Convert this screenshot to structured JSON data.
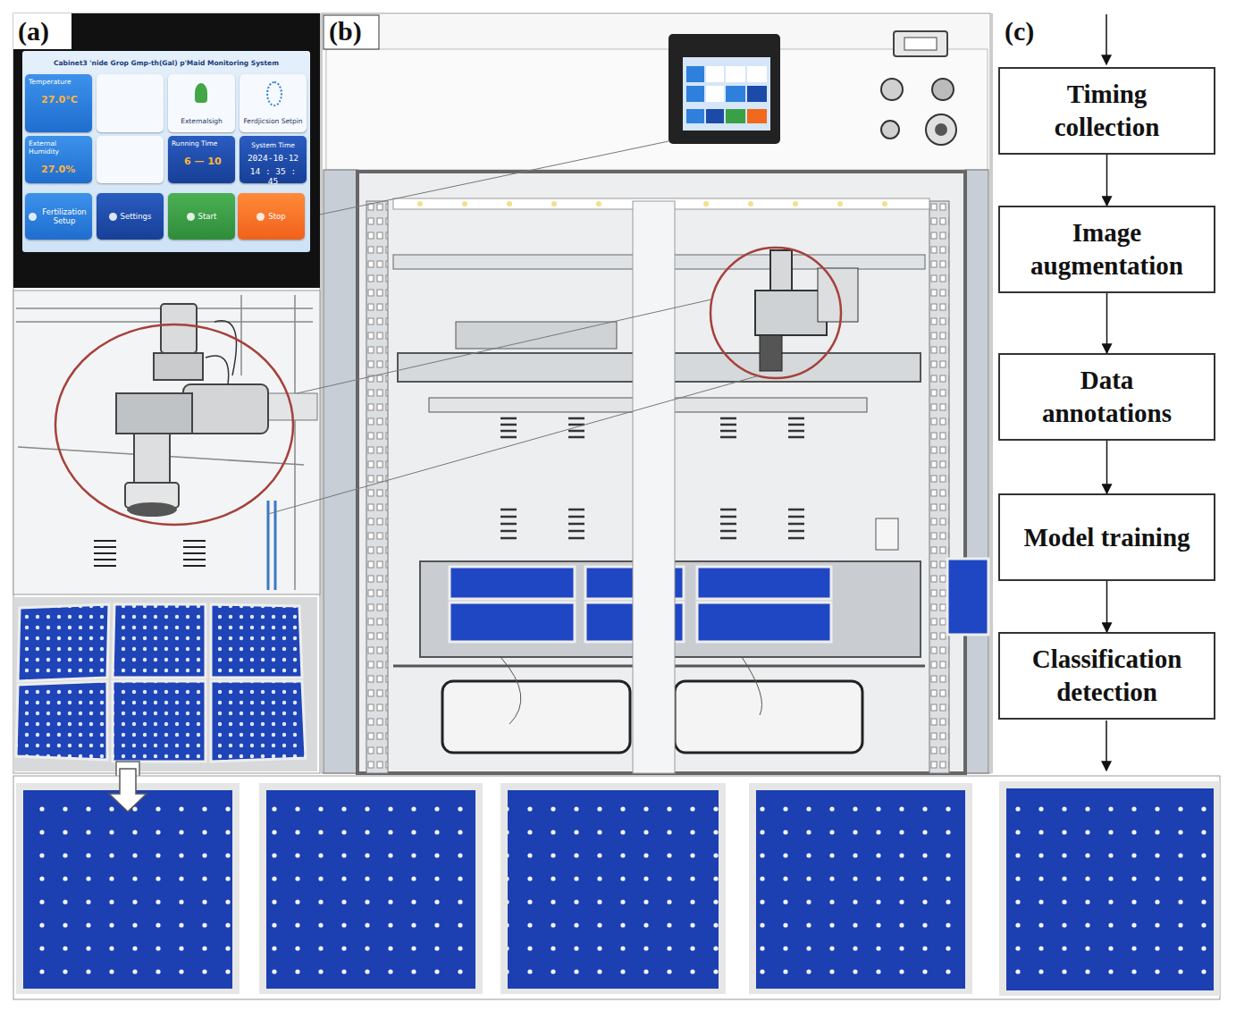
{
  "diagram": {
    "nodes": [
      {
        "text": [
          "Cabinet3 'nide Grop Gmp-th(Gal) p'Maid Monitoring System"
        ]
      },
      {
        "text": [
          "Temperature",
          "27.0°C"
        ],
        "in": 0
      },
      {
        "text": [
          "Externalsigh"
        ],
        "in": 0
      },
      {
        "text": [
          "Ferdjicsion Setpin"
        ],
        "in": 0
      },
      {
        "text": [
          "External Humidity",
          "27.0%"
        ],
        "in": 0
      },
      {
        "text": [
          "Running Time",
          "6 — 10"
        ],
        "in": 0
      },
      {
        "text": [
          "System Time",
          "2024-10-12",
          "14 : 35 : 45"
        ],
        "in": 0
      },
      {
        "text": [
          "Fertilization Setup"
        ],
        "in": 0
      },
      {
        "text": [
          "Settings"
        ],
        "in": 0
      },
      {
        "text": [
          "Start"
        ],
        "in": 0
      },
      {
        "text": [
          "Stop"
        ],
        "in": 0
      },
      {
        "text": [
          "Timing collection"
        ]
      },
      {
        "text": [
          "Image augmentation"
        ]
      },
      {
        "text": [
          "Data annotations"
        ]
      },
      {
        "text": [
          "Model training"
        ]
      },
      {
        "text": [
          "Classification detection"
        ]
      }
    ],
    "edges": [
      {
        "from": 11,
        "to": 12,
        "arrow": "to"
      },
      {
        "from": 12,
        "to": 13,
        "arrow": "to"
      },
      {
        "from": 13,
        "to": 14,
        "arrow": "to"
      },
      {
        "from": 14,
        "to": 15,
        "arrow": "to"
      }
    ],
    "labels": [
      "(a)",
      "(b)",
      "(c)"
    ]
  }
}
